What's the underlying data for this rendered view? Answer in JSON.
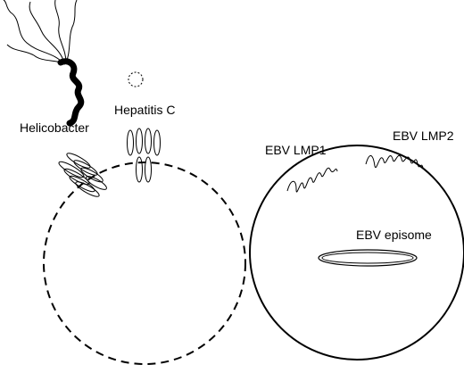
{
  "labels": {
    "helicobacter": "Helicobacter",
    "hepatitis_c": "Hepatitis C",
    "ebv_lmp1": "EBV LMP1",
    "ebv_lmp2": "EBV LMP2",
    "ebv_episome": "EBV episome"
  },
  "colors": {
    "ink": "#000000",
    "background": "#ffffff"
  }
}
